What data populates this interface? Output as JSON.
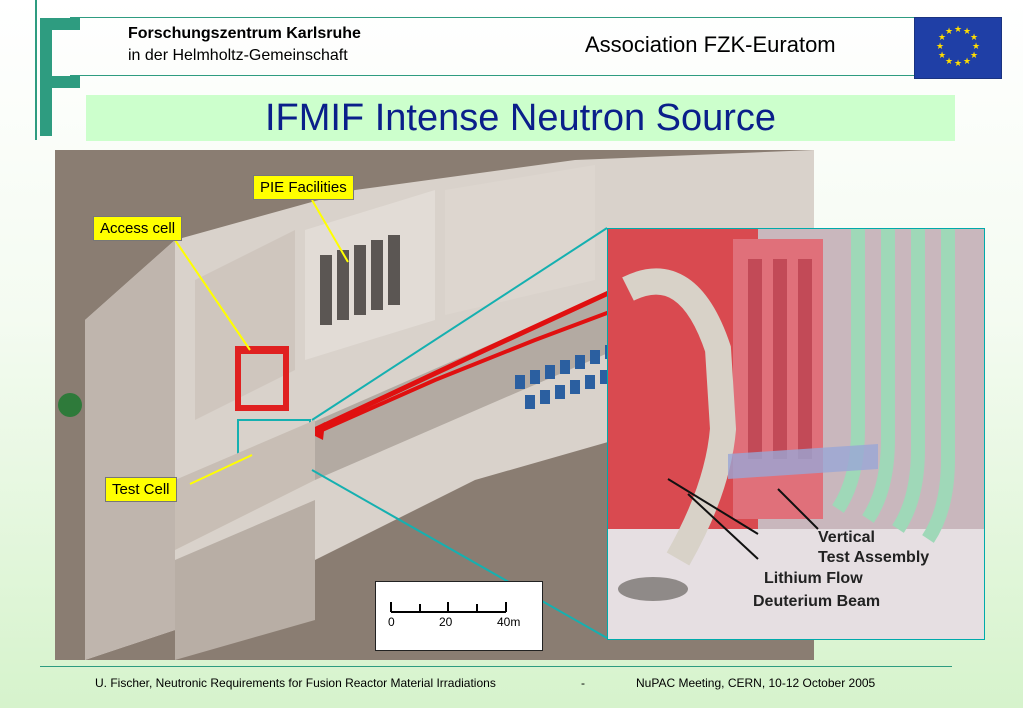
{
  "header": {
    "org_name": "Forschungszentrum Karlsruhe",
    "org_sub": "in der Helmholtz-Gemeinschaft",
    "association": "Association FZK-Euratom"
  },
  "slide": {
    "title": "IFMIF Intense Neutron Source"
  },
  "callouts": {
    "pie": "PIE Facilities",
    "access": "Access cell",
    "test": "Test Cell"
  },
  "scale_bar": {
    "t0": "0",
    "t1": "20",
    "t2": "40m"
  },
  "photo_labels": {
    "vertical": "Vertical",
    "test_assembly": "Test Assembly",
    "lithium": "Lithium Flow",
    "deuterium": "Deuterium Beam"
  },
  "footer": {
    "author": "U. Fischer,  Neutronic Requirements for Fusion Reactor Material Irradiations",
    "sep": "-",
    "meeting": "NuPAC Meeting, CERN, 10-12 October 2005"
  },
  "colors": {
    "accent_teal": "#2e9c80",
    "title_blue": "#0a1f8a",
    "title_bg": "#ccffcc",
    "callout_yellow": "#ffff00",
    "eu_blue": "#1f3fa6"
  }
}
